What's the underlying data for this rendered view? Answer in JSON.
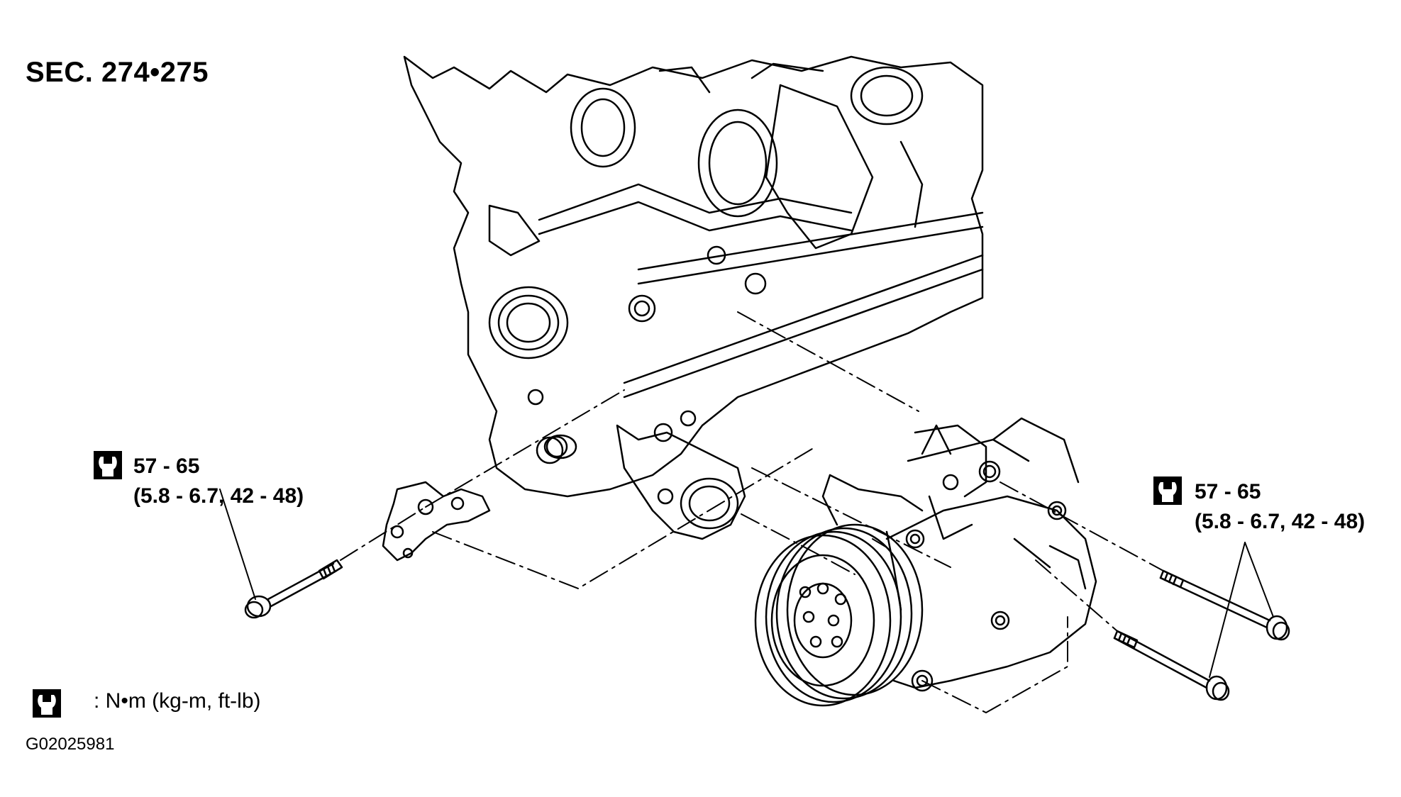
{
  "diagram": {
    "section_label": "SEC. 274•275",
    "left_callout": {
      "icon": "torque-wrench-icon",
      "torque_nm": "57 - 65",
      "torque_alt": "(5.8 - 6.7, 42 - 48)"
    },
    "right_callout": {
      "icon": "torque-wrench-icon",
      "torque_nm": "57 - 65",
      "torque_alt": "(5.8 - 6.7, 42 - 48)"
    },
    "legend": {
      "icon": "torque-wrench-icon",
      "text": ": N•m  (kg-m,  ft-lb)"
    },
    "figure_id": "G02025981"
  }
}
